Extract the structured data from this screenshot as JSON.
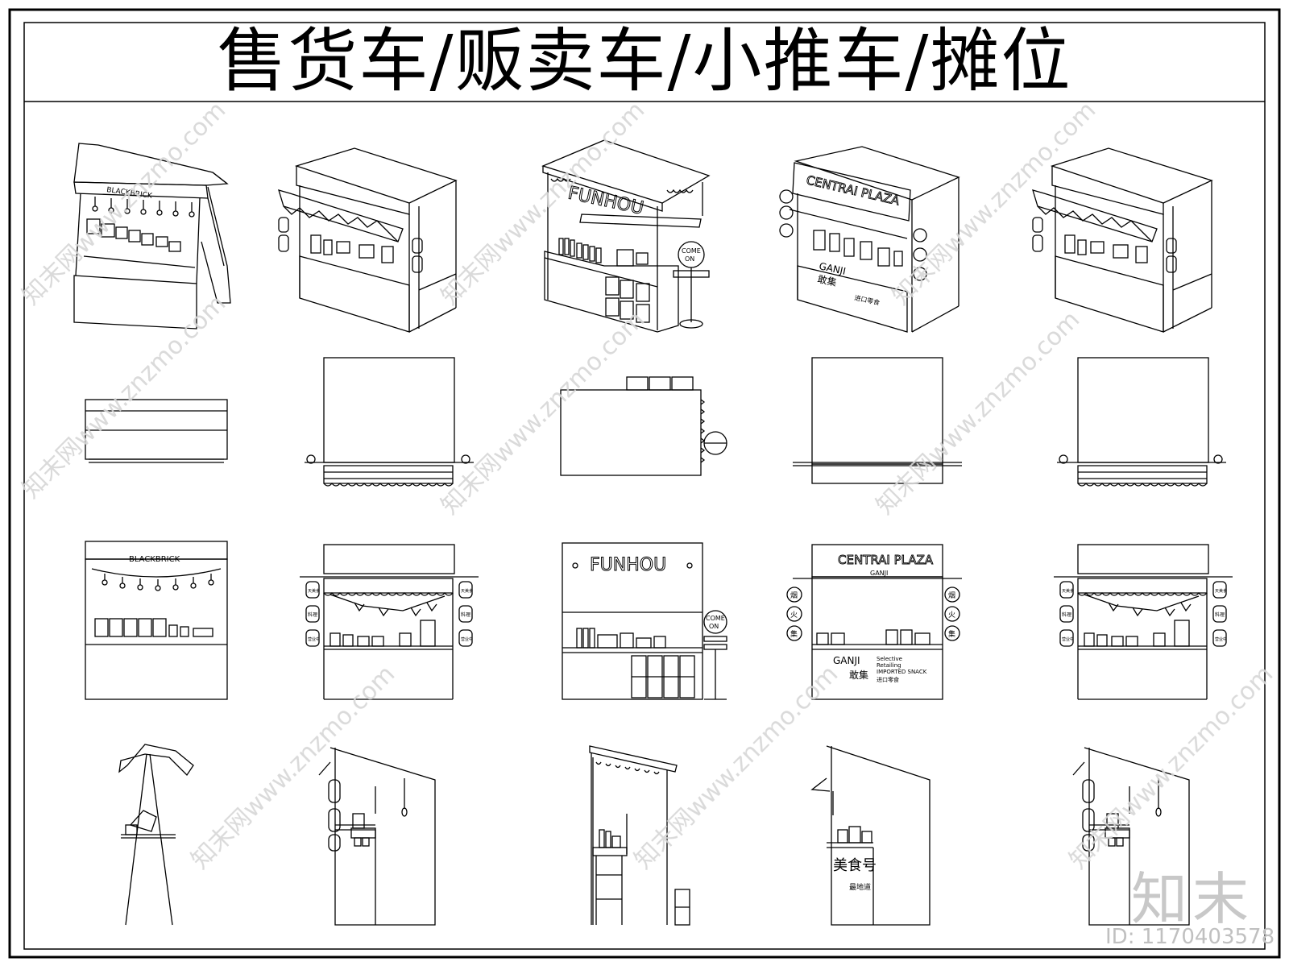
{
  "title": "售货车/贩卖车/小推车/摊位",
  "watermark": {
    "logo_text": "知末",
    "image_id": "ID: 1170403578",
    "repeat_text": "知末网www.znzmo.com"
  },
  "signs": {
    "blackbrick": "BLACKBRICK",
    "funhou": "FUNHOU",
    "come_on": [
      "COME",
      "ON"
    ],
    "central_plaza": "CENTRAI PLAZA",
    "ganji": "GANJI",
    "ganji_cn": "敢集",
    "selective": "Selective",
    "retailing": "Retailing",
    "imported": "IMPORTED SNACK",
    "imported_cn": "进口零食",
    "food_sign": "美食号",
    "food_sub": "最地道",
    "lantern_a": [
      "天美食",
      "料理",
      "营业中"
    ],
    "lantern_b": [
      "烟",
      "火",
      "集"
    ]
  },
  "colors": {
    "line": "#000000",
    "watermark": "#cfcfcf"
  }
}
